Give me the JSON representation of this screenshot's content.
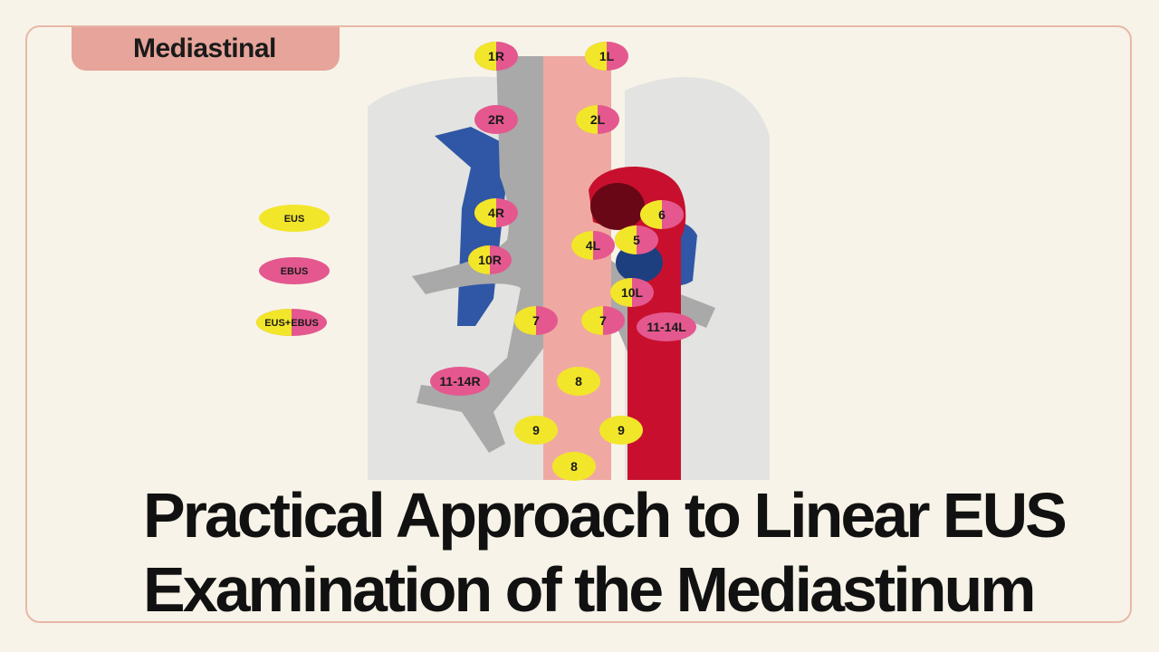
{
  "tag": "Mediastinal",
  "title_line1": "Practical Approach to Linear EUS",
  "title_line2": "Examination of the Mediastinum",
  "colors": {
    "eus": "#f2e62a",
    "ebus": "#e4588f",
    "background": "#f7f3e8",
    "tag": "#e6a49a",
    "frame": "#e8b7a8"
  },
  "legend": [
    {
      "label": "EUS",
      "type": "eus"
    },
    {
      "label": "EBUS",
      "type": "ebus"
    },
    {
      "label": "EUS+EBUS",
      "type": "both"
    }
  ],
  "stations": [
    {
      "label": "1R",
      "type": "both"
    },
    {
      "label": "1L",
      "type": "both"
    },
    {
      "label": "2R",
      "type": "ebus"
    },
    {
      "label": "2L",
      "type": "both"
    },
    {
      "label": "4R",
      "type": "both"
    },
    {
      "label": "6",
      "type": "both"
    },
    {
      "label": "4L",
      "type": "both"
    },
    {
      "label": "5",
      "type": "both"
    },
    {
      "label": "10R",
      "type": "both"
    },
    {
      "label": "10L",
      "type": "both"
    },
    {
      "label": "7",
      "type": "both"
    },
    {
      "label": "7",
      "type": "both"
    },
    {
      "label": "11-14L",
      "type": "ebus"
    },
    {
      "label": "11-14R",
      "type": "ebus"
    },
    {
      "label": "8",
      "type": "eus"
    },
    {
      "label": "9",
      "type": "eus"
    },
    {
      "label": "9",
      "type": "eus"
    },
    {
      "label": "8",
      "type": "eus"
    }
  ]
}
